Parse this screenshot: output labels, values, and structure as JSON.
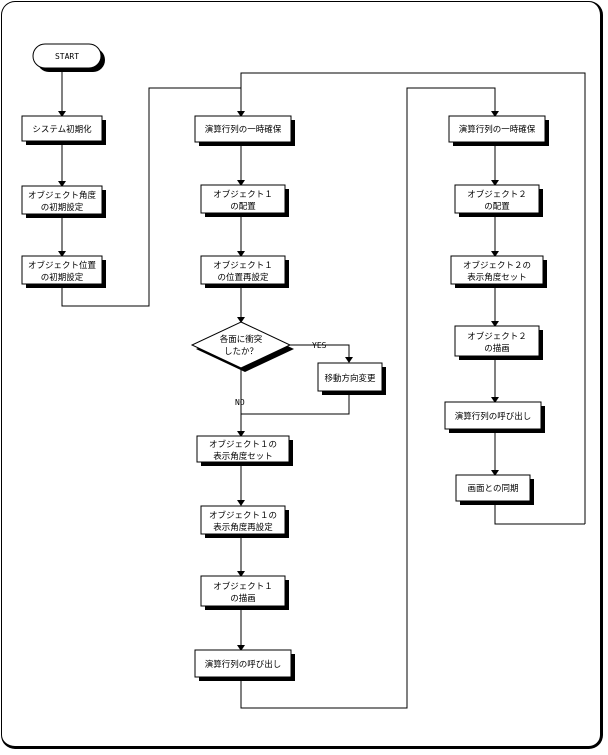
{
  "start_label": "START",
  "col1": {
    "system_init": "システム初期化",
    "angle_init": [
      "オブジェクト角度",
      "の初期設定"
    ],
    "pos_init": [
      "オブジェクト位置",
      "の初期設定"
    ]
  },
  "col2": {
    "matrix_save": "演算行列の一時確保",
    "obj1_place": [
      "オブジェクト１",
      "の配置"
    ],
    "obj1_reposition": [
      "オブジェクト１",
      "の位置再設定"
    ],
    "decision": [
      "各面に衝突",
      "したか？"
    ],
    "yes_label": "YES",
    "no_label": "NO",
    "direction_change": "移動方向変更",
    "obj1_angle_set": [
      "オブジェクト１の",
      "表示角度セット"
    ],
    "obj1_angle_reset": [
      "オブジェクト１の",
      "表示角度再設定"
    ],
    "obj1_draw": [
      "オブジェクト１",
      "の描画"
    ],
    "matrix_restore": "演算行列の呼び出し"
  },
  "col3": {
    "matrix_save": "演算行列の一時確保",
    "obj2_place": [
      "オブジェクト２",
      "の配置"
    ],
    "obj2_angle_set": [
      "オブジェクト２の",
      "表示角度セット"
    ],
    "obj2_draw": [
      "オブジェクト２",
      "の描画"
    ],
    "matrix_restore": "演算行列の呼び出し",
    "screen_sync": "画面との同期"
  }
}
